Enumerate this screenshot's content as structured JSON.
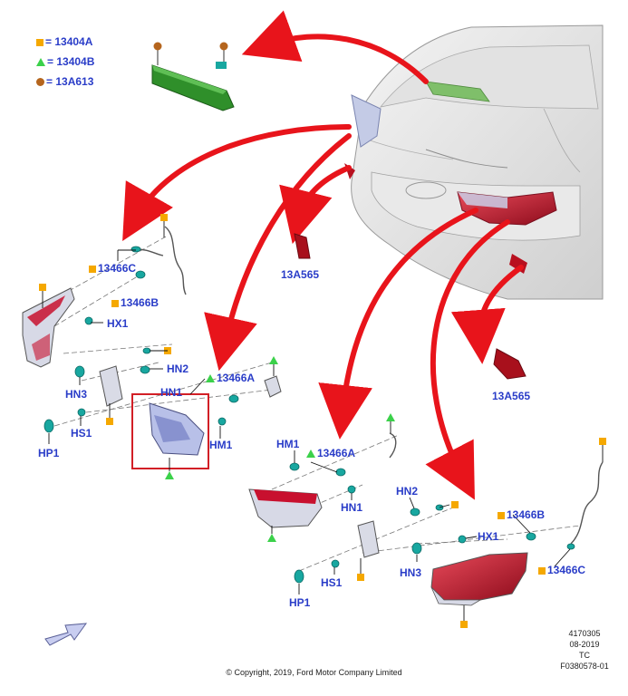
{
  "legend": {
    "square_part": "= 13404A",
    "triangle_part": "= 13404B",
    "circle_part": "= 13A613"
  },
  "colors": {
    "label_blue": "#2a3dc8",
    "arrow_red": "#e8141b",
    "fastener_orange": "#f5a800",
    "fastener_green": "#3bd14a",
    "fastener_brown": "#b5651d",
    "lamp_red": "#c8102e",
    "bulb_teal": "#18a7a0",
    "highlight_box": "#d21f26"
  },
  "labels": {
    "left_13466c": "13466C",
    "left_13466b": "13466B",
    "left_hx1": "HX1",
    "left_hn2": "HN2",
    "left_hn3": "HN3",
    "left_hn1": "HN1",
    "left_13466a": "13466A",
    "left_hm1": "HM1",
    "left_hs1": "HS1",
    "left_hp1": "HP1",
    "upper_13a565": "13A565",
    "lower_13a565": "13A565",
    "right_hm1": "HM1",
    "right_13466a": "13466A",
    "right_hn1": "HN1",
    "right_hn2": "HN2",
    "right_13466b": "13466B",
    "right_hx1": "HX1",
    "right_hn3": "HN3",
    "right_13466c": "13466C",
    "right_hs1": "HS1",
    "right_hp1": "HP1"
  },
  "reference": {
    "number": "4170305",
    "date": "08-2019",
    "code": "TC",
    "figure": "F0380578-01"
  },
  "copyright": "© Copyright, 2019, Ford Motor Company Limited",
  "icons": [
    "square-fastener-icon",
    "triangle-fastener-icon",
    "circle-fastener-icon",
    "direction-arrow-icon"
  ]
}
